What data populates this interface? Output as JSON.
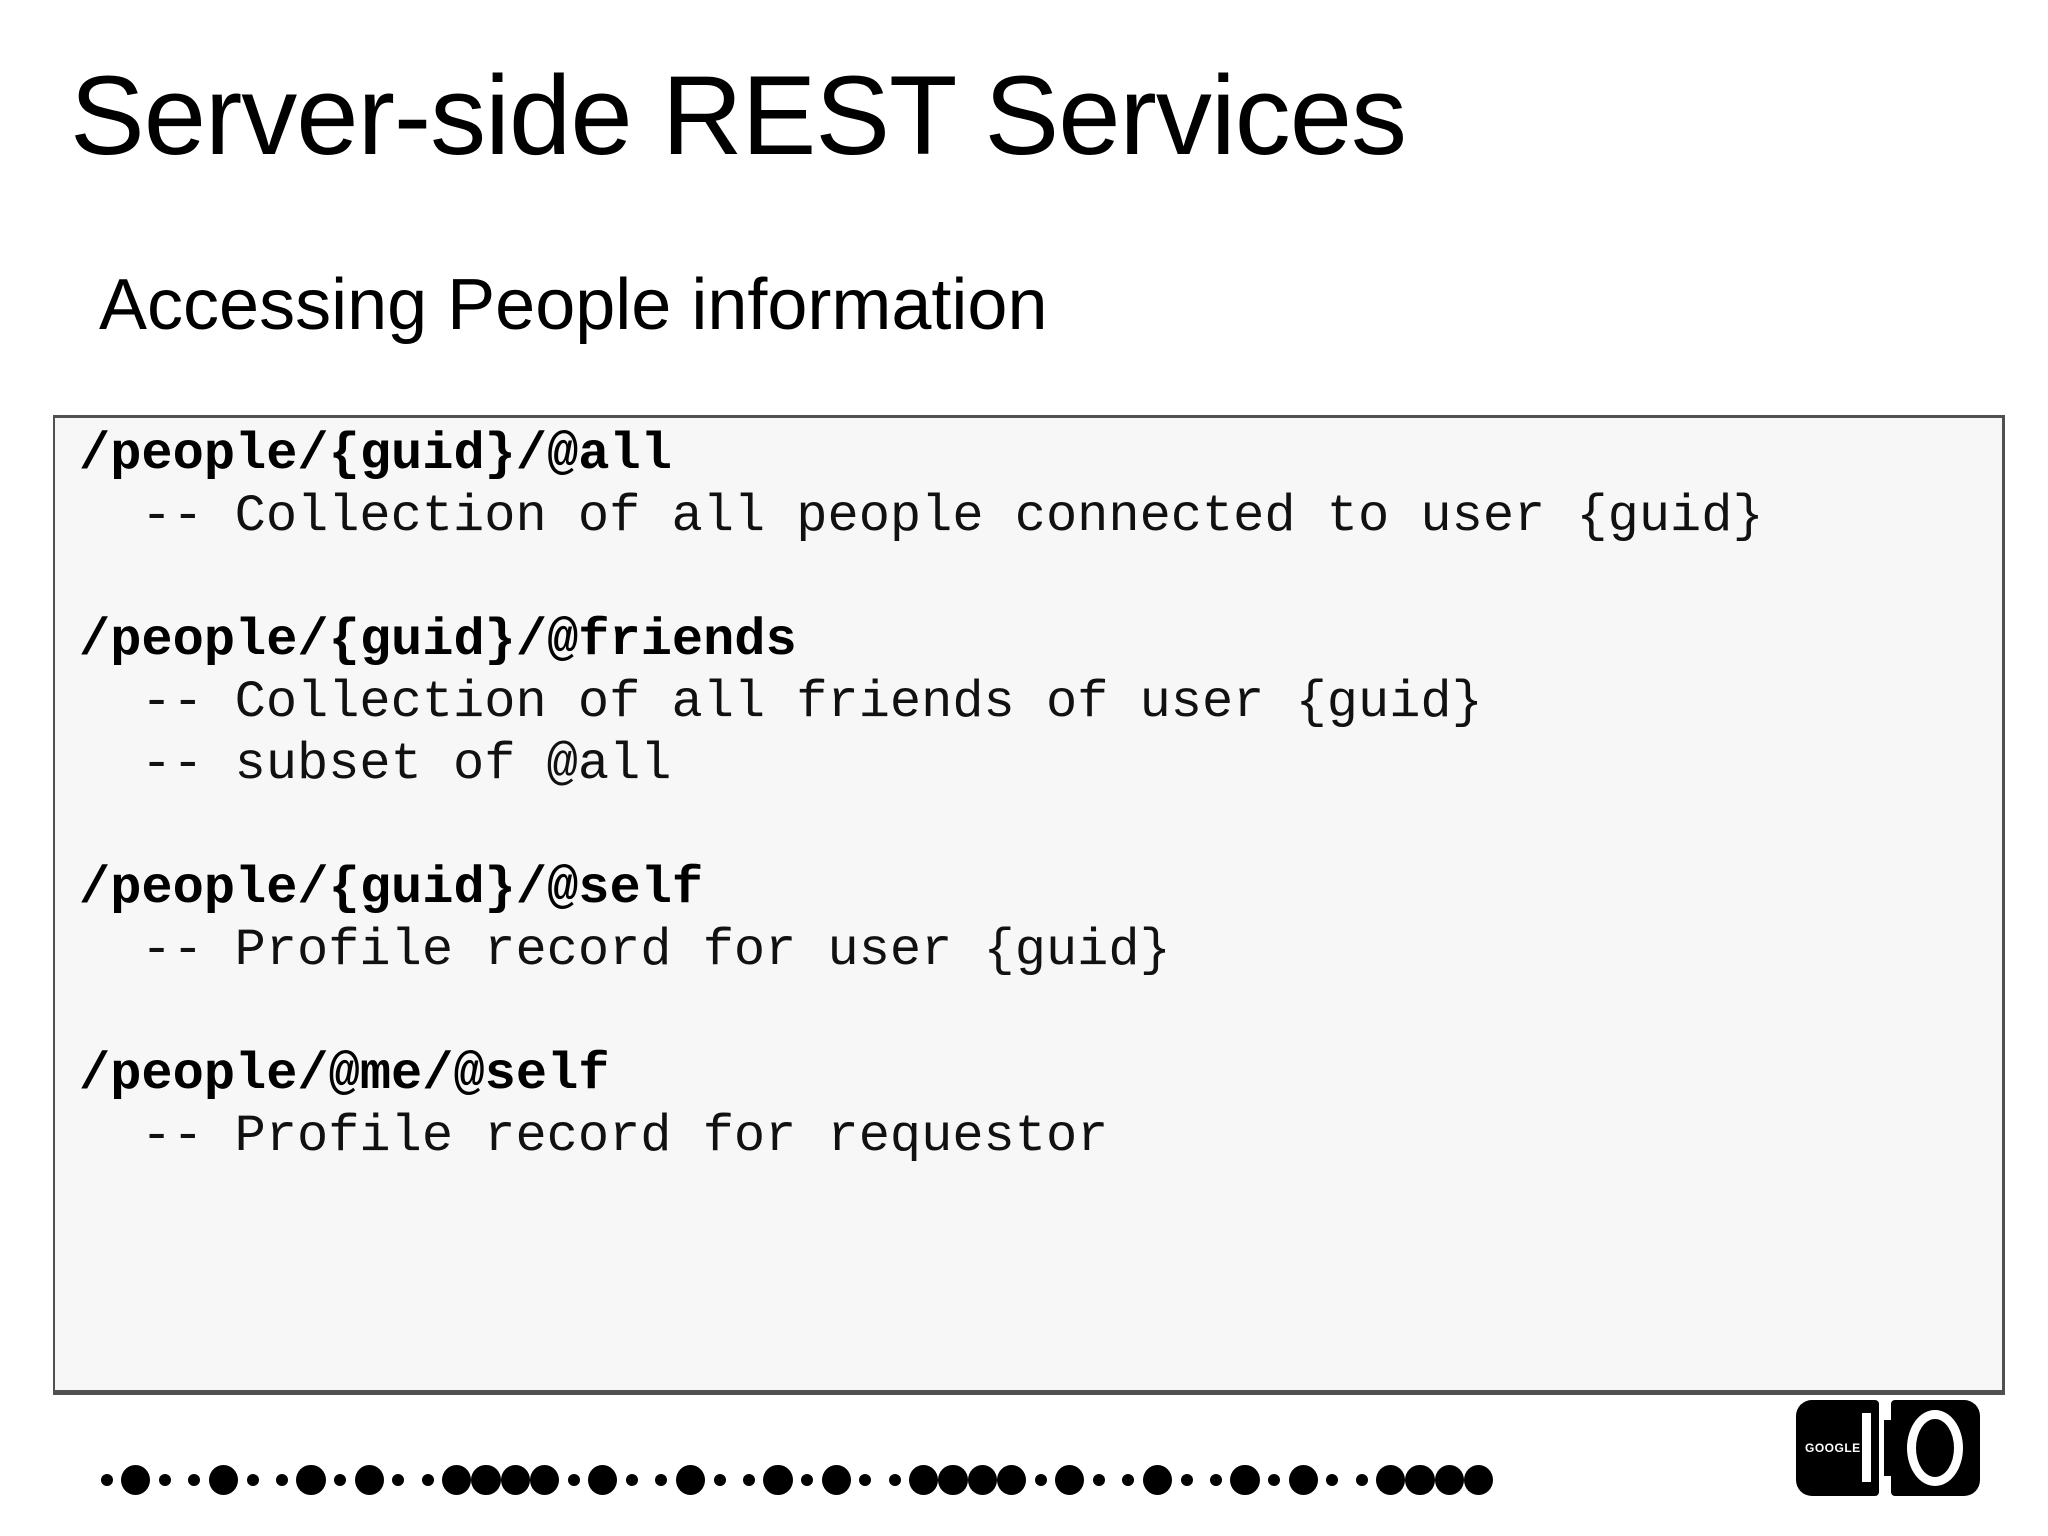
{
  "slide": {
    "title": "Server-side REST Services",
    "subtitle": "Accessing People information",
    "code_panel": {
      "entries": [
        {
          "endpoint": "/people/{guid}/@all",
          "comments": [
            "-- Collection of all people connected to user {guid}"
          ]
        },
        {
          "endpoint": "/people/{guid}/@friends",
          "comments": [
            "-- Collection of all friends of user {guid}",
            "-- subset of @all"
          ]
        },
        {
          "endpoint": "/people/{guid}/@self",
          "comments": [
            "-- Profile record for user {guid}"
          ]
        },
        {
          "endpoint": "/people/@me/@self",
          "comments": [
            "-- Profile record for requestor"
          ]
        }
      ]
    },
    "footer": {
      "dot_pattern": "slsslsslslssllllslsslsslslssllllslsslsslslssllll",
      "logo_brand_text": "GOOGLE"
    },
    "colors": {
      "page_bg": "#ffffff",
      "text": "#000000",
      "code_bg": "#f7f7f7",
      "code_border": "#505050",
      "footer_dot": "#000000",
      "logo_bg": "#000000",
      "logo_fg": "#ffffff"
    }
  }
}
